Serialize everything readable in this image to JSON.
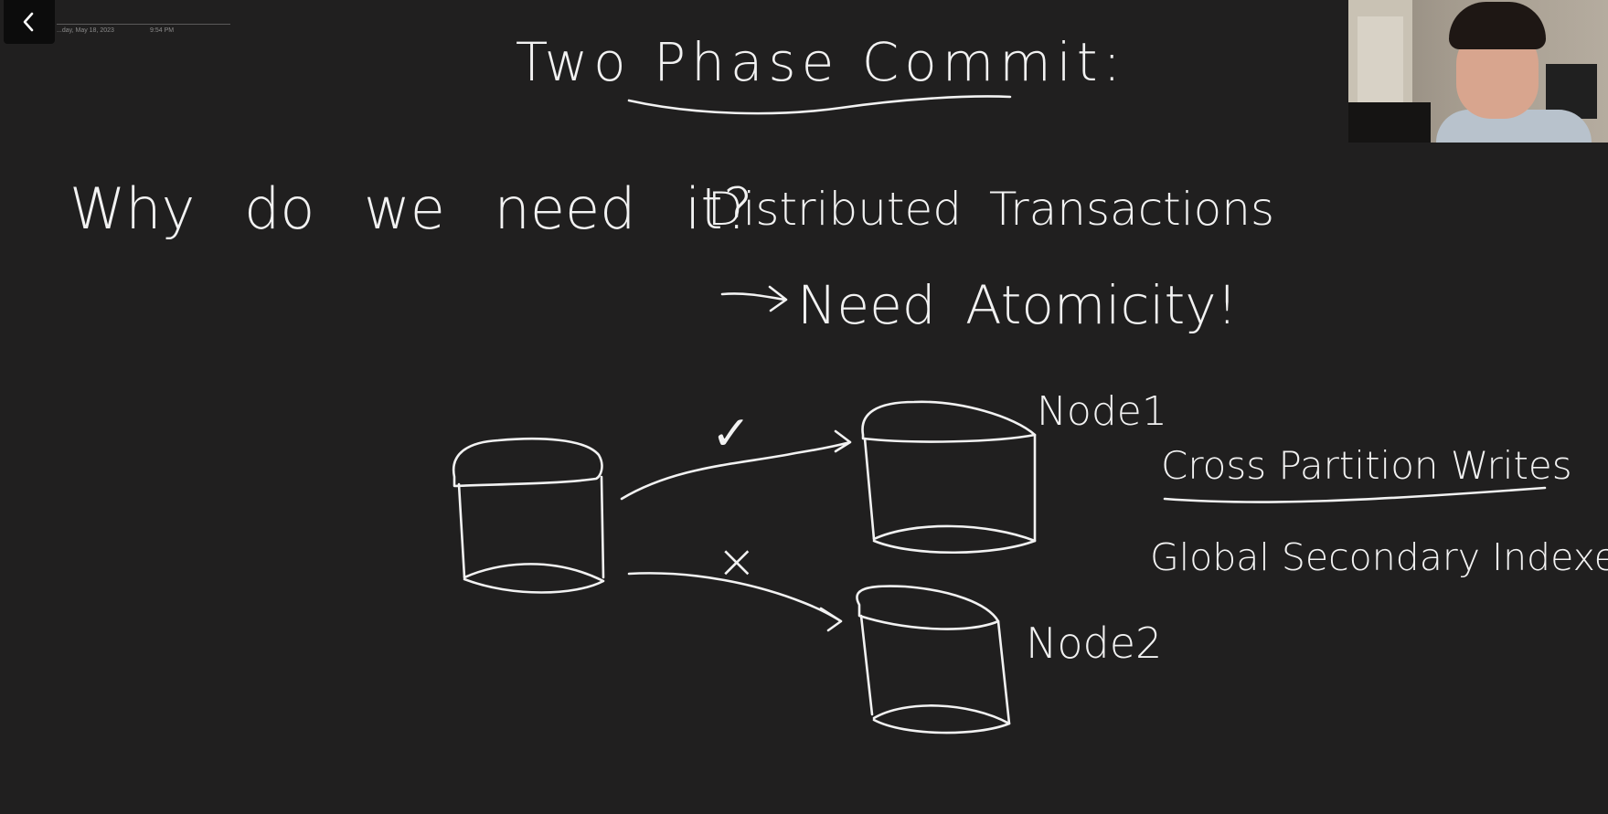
{
  "window": {
    "back_icon": "chevron-left-icon",
    "date_text": "...day, May 18, 2023",
    "time_text": "9:54 PM"
  },
  "whiteboard": {
    "title": "Two Phase Commit:",
    "question": "Why do we need it?",
    "answer": "Distributed Transactions",
    "consequence": "Need Atomicity!",
    "check_mark": "✓",
    "cross_mark": "×",
    "node1_label": "Node1",
    "node2_label": "Node2",
    "use_case_1": "Cross Partition Writes",
    "use_case_2": "Global Secondary Indexes",
    "ink_color": "#f2f2f2",
    "background_color": "#201f1f"
  },
  "webcam": {
    "icon": "webcam-presenter-feed"
  }
}
